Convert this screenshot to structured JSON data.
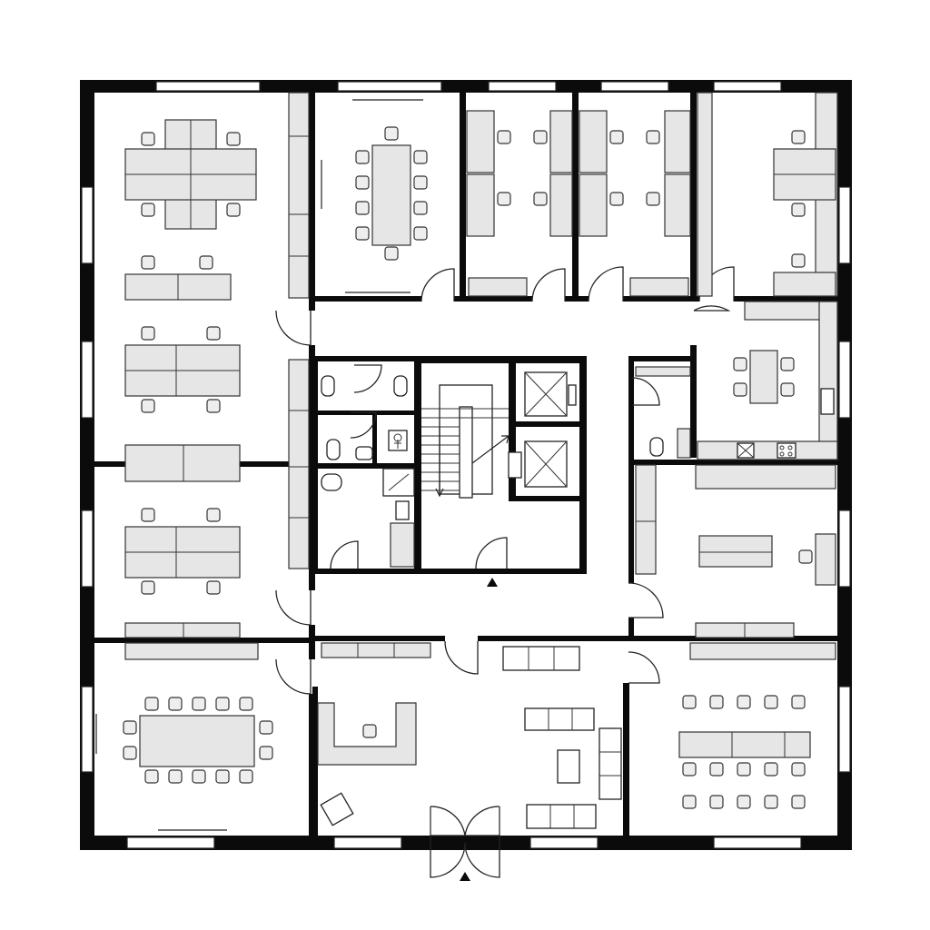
{
  "title": "",
  "colors": {
    "wall": "#0b0b0b",
    "furniture": "#e6e6e6",
    "background": "#ffffff"
  },
  "rooms": [
    "open-office-west",
    "meeting-room-north",
    "office-north-1",
    "office-north-2",
    "office-northeast",
    "toilet-block",
    "stair-core",
    "elevators",
    "kitchenette",
    "office-east",
    "conference-room-southwest",
    "reception-lobby",
    "training-room-southeast"
  ],
  "icons": [
    "accessible-toilet-icon",
    "stair-arrow-icon",
    "entrance-arrow-icon",
    "elevator-icon"
  ]
}
